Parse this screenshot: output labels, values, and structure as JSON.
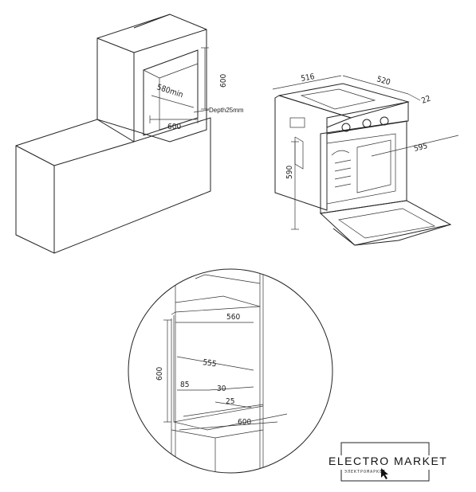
{
  "install": {
    "width": "600",
    "height": "600",
    "min_depth": "580min",
    "gap": "Depth25mm"
  },
  "oven": {
    "width_top": "516",
    "depth_top": "520",
    "panel": "22",
    "diagonal": "595",
    "height": "590"
  },
  "cabinet": {
    "top_width": "560",
    "mid_width": "555",
    "height": "600",
    "side_gap": "85",
    "depth_offset": "30",
    "inset": "25",
    "bottom_width": "600"
  },
  "logo": {
    "name": "ELECTRO MARKET",
    "tagline": "ЭЛЕКТРОМАРКЕТ"
  }
}
